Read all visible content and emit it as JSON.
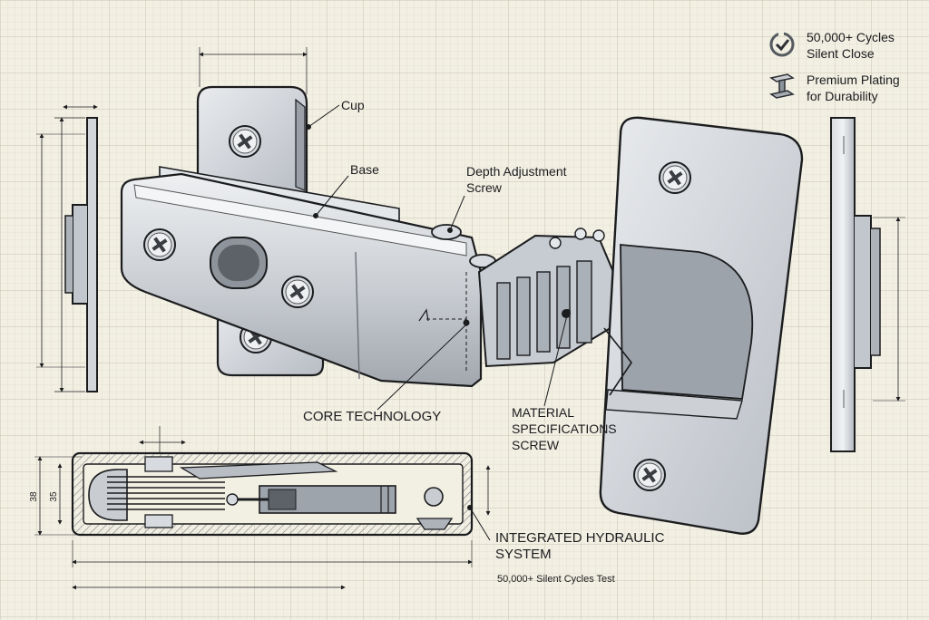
{
  "features": [
    {
      "icon": "check-cycle-icon",
      "line1": "50,000+ Cycles",
      "line2": "Silent Close"
    },
    {
      "icon": "plating-beam-icon",
      "line1": "Premium Plating",
      "line2": "for Durability"
    }
  ],
  "callouts": {
    "cup": "Cup",
    "base": "Base",
    "depth_line1": "Depth Adjustment",
    "depth_line2": "Screw",
    "core": "CORE TECHNOLOGY",
    "material_line1": "MATERIAL",
    "material_line2": "SPECIFICATIONS",
    "material_line3": "SCREW",
    "hydraulic_line1": "INTEGRATED HYDRAULIC",
    "hydraulic_line2": "SYSTEM",
    "test_caption": "50,000+ Silent Cycles Test"
  },
  "dimensions": {
    "height_outer": "38",
    "height_inner": "35"
  },
  "colors": {
    "paper": "#f2efe3",
    "grid_minor": "#dcd8c8",
    "grid_major": "#c9c4b0",
    "metal_light": "#e3e6ea",
    "metal_mid": "#b9bec5",
    "metal_dark": "#8d939b",
    "ink": "#1b1c1e"
  }
}
